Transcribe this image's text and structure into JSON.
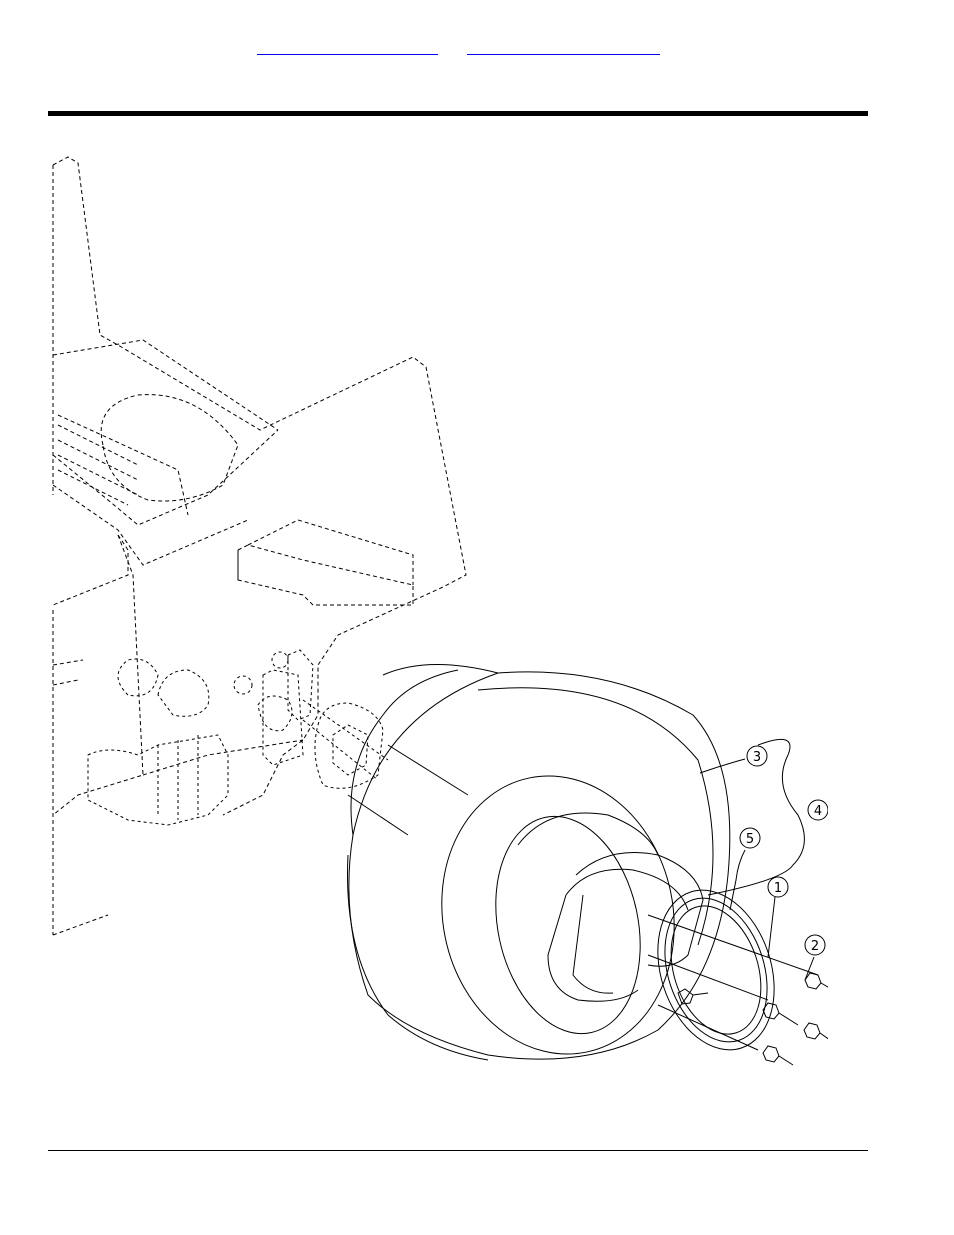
{
  "header": {
    "link_1": "",
    "link_2": ""
  },
  "figure": {
    "callouts": [
      {
        "id": "c1",
        "label": "1"
      },
      {
        "id": "c2",
        "label": "2"
      },
      {
        "id": "c3",
        "label": "3"
      },
      {
        "id": "c4",
        "label": "4"
      },
      {
        "id": "c5",
        "label": "5"
      }
    ]
  }
}
